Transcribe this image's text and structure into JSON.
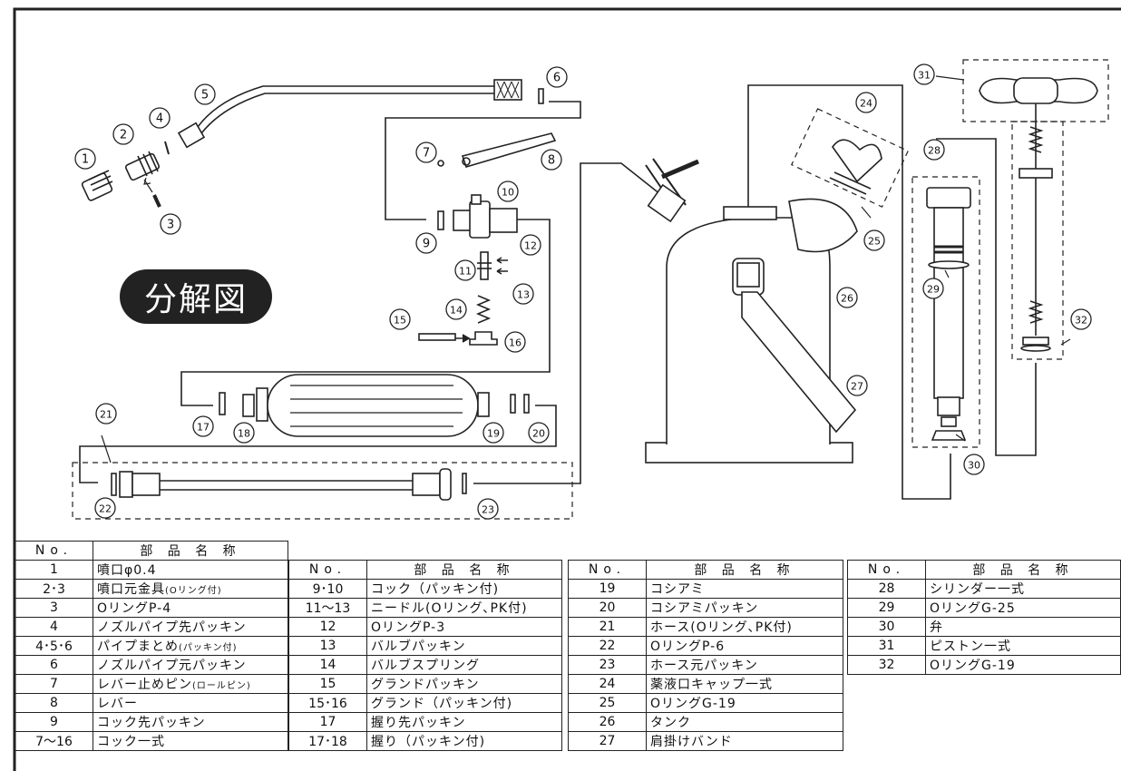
{
  "title": "分解図",
  "callouts": [
    "1",
    "2",
    "3",
    "4",
    "5",
    "6",
    "7",
    "8",
    "9",
    "10",
    "11",
    "12",
    "13",
    "14",
    "15",
    "16",
    "17",
    "18",
    "19",
    "20",
    "21",
    "22",
    "23",
    "24",
    "25",
    "26",
    "27",
    "28",
    "29",
    "30",
    "31",
    "32"
  ],
  "table_header": {
    "no": "No.",
    "name": "部 品 名 称"
  },
  "tables": [
    [
      {
        "no": "1",
        "name": "噴口φ0.4"
      },
      {
        "no": "2･3",
        "name": "噴口元金具",
        "note": "(Oリング付)"
      },
      {
        "no": "3",
        "name": "OリングP-4"
      },
      {
        "no": "4",
        "name": "ノズルパイプ先パッキン"
      },
      {
        "no": "4･5･6",
        "name": "パイプまとめ",
        "note": "(パッキン付)"
      },
      {
        "no": "6",
        "name": "ノズルパイプ元パッキン"
      },
      {
        "no": "7",
        "name": "レバー止めピン",
        "note": "(ロールピン)"
      },
      {
        "no": "8",
        "name": "レバー"
      },
      {
        "no": "9",
        "name": "コック先パッキン"
      },
      {
        "no": "7～16",
        "name": "コック一式"
      }
    ],
    [
      {
        "no": "9･10",
        "name": "コック（パッキン付)"
      },
      {
        "no": "11～13",
        "name": "ニードル(Oリング､PK付)"
      },
      {
        "no": "12",
        "name": "OリングP-3"
      },
      {
        "no": "13",
        "name": "バルブパッキン"
      },
      {
        "no": "14",
        "name": "バルブスプリング"
      },
      {
        "no": "15",
        "name": "グランドパッキン"
      },
      {
        "no": "15･16",
        "name": "グランド（パッキン付)"
      },
      {
        "no": "17",
        "name": "握り先パッキン"
      },
      {
        "no": "17･18",
        "name": "握り（パッキン付)"
      }
    ],
    [
      {
        "no": "19",
        "name": "コシアミ"
      },
      {
        "no": "20",
        "name": "コシアミパッキン"
      },
      {
        "no": "21",
        "name": "ホース(Oリング､PK付)"
      },
      {
        "no": "22",
        "name": "OリングP-6"
      },
      {
        "no": "23",
        "name": "ホース元パッキン"
      },
      {
        "no": "24",
        "name": "薬液口キャップ一式"
      },
      {
        "no": "25",
        "name": "OリングG-19"
      },
      {
        "no": "26",
        "name": "タンク"
      },
      {
        "no": "27",
        "name": "肩掛けバンド"
      }
    ],
    [
      {
        "no": "28",
        "name": "シリンダー一式"
      },
      {
        "no": "29",
        "name": "OリングG-25"
      },
      {
        "no": "30",
        "name": "弁"
      },
      {
        "no": "31",
        "name": "ピストン一式"
      },
      {
        "no": "32",
        "name": "OリングG-19"
      }
    ]
  ]
}
